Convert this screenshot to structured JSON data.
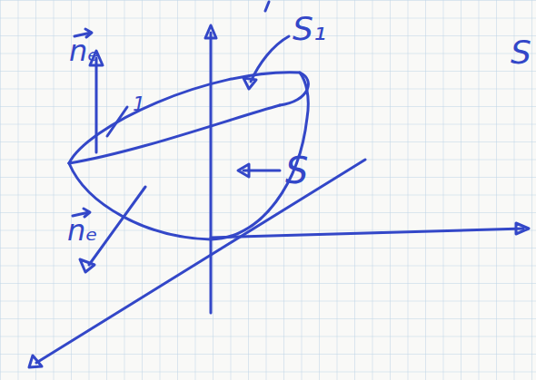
{
  "diagram": {
    "labels": [
      "nₑ",
      "S₁",
      "1",
      "S",
      "nₑ",
      "S"
    ]
  }
}
